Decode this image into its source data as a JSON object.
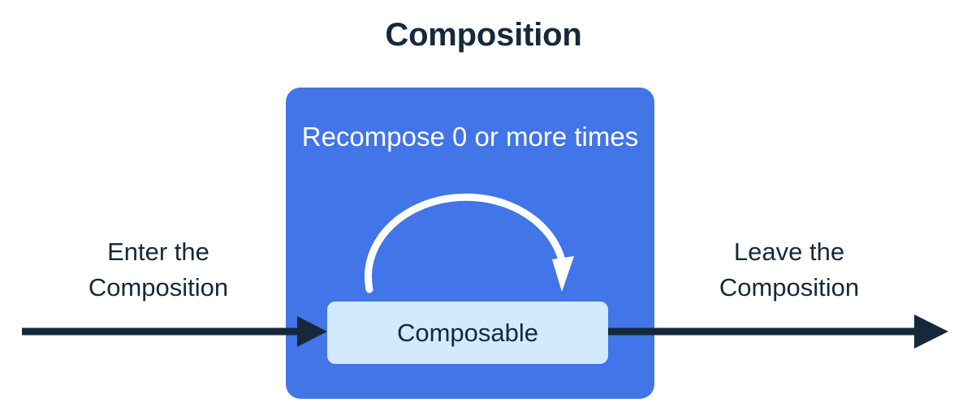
{
  "title": "Composition",
  "composition": {
    "recompose_caption_line1": "Recompose 0 or",
    "recompose_caption_line2": "more times",
    "recompose_caption": "Recompose 0 or\nmore times",
    "composable_label": "Composable",
    "recompose_arrow_name": "recompose-loop-arrow"
  },
  "flow": {
    "enter_label_line1": "Enter the",
    "enter_label_line2": "Composition",
    "enter_label": "Enter the\nComposition",
    "leave_label_line1": "Leave the",
    "leave_label_line2": "Composition",
    "leave_label": "Leave the\nComposition"
  },
  "colors": {
    "background": "#ffffff",
    "composition_box": "#4175e8",
    "composable_box": "#d3e9fc",
    "text_dark": "#16293a",
    "text_light": "#ffffff",
    "arrow_dark": "#16293a",
    "arrow_light": "#ffffff"
  }
}
